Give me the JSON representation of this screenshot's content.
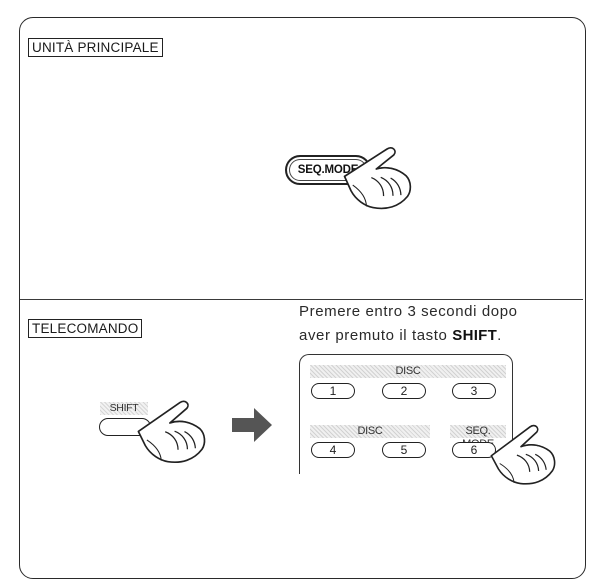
{
  "sections": {
    "main_unit": {
      "label": "UNITÀ PRINCIPALE"
    },
    "remote": {
      "label": "TELECOMANDO"
    }
  },
  "main_unit": {
    "seq_mode_button": "SEQ.MODE"
  },
  "remote": {
    "shift_label": "SHIFT",
    "instruction_line1": "Premere entro 3 secondi dopo",
    "instruction_line2_prefix": "aver premuto il tasto ",
    "instruction_line2_bold": "SHIFT",
    "instruction_line2_suffix": ".",
    "disc_label_top": "DISC",
    "disc_label_bottom": "DISC",
    "seq_mode_label": "SEQ. MODE",
    "keys": [
      "1",
      "2",
      "3",
      "4",
      "5",
      "6"
    ]
  },
  "icons": [
    "pointing-hand-icon",
    "right-arrow-icon"
  ]
}
